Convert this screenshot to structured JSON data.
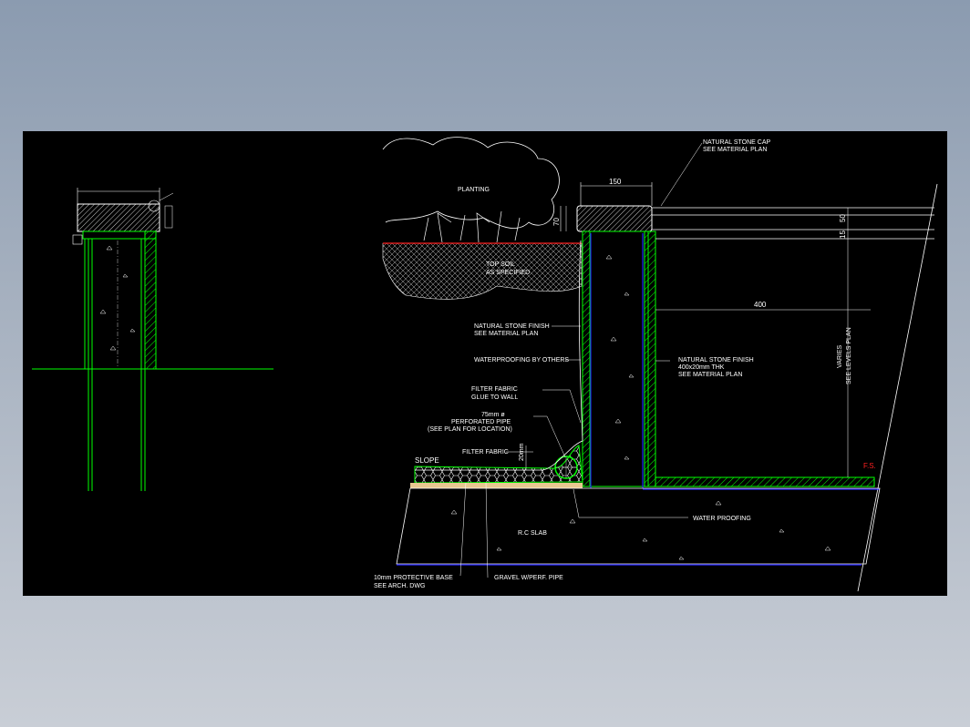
{
  "drawing": {
    "background": "#000000",
    "colors": {
      "green": "#00ff00",
      "white": "#ffffff",
      "blue": "#2020ff",
      "red": "#ff2020",
      "cyan": "#00cccc"
    },
    "labels": {
      "planting": "PLANTING",
      "top_soil_1": "TOP SOIL",
      "top_soil_2": "AS SPECIFIED",
      "stone_cap_1": "NATURAL STONE CAP",
      "stone_cap_2": "SEE MATERIAL PLAN",
      "stone_finish_1": "NATURAL STONE FINISH",
      "stone_finish_2": "SEE MATERIAL PLAN",
      "waterproofing_others": "WATERPROOFING BY OTHERS",
      "filter_fabric_glue_1": "FILTER FABRIC",
      "filter_fabric_glue_2": "GLUE TO WALL",
      "pipe_1": "75mm ø",
      "pipe_2": "PERFORATED PIPE",
      "pipe_3": "(SEE PLAN FOR LOCATION)",
      "slope": "SLOPE",
      "filter_fabric": "FILTER FABRIC",
      "stone_finish_r_1": "NATURAL STONE FINISH",
      "stone_finish_r_2": "400x20mm THK",
      "stone_finish_r_3": "SEE MATERIAL PLAN",
      "varies_1": "VARIES",
      "varies_2": "SEE LEVELS PLAN",
      "water_proofing": "WATER PROOFING",
      "rc_slab": "R.C SLAB",
      "protective_base_1": "10mm PROTECTIVE BASE",
      "protective_base_2": "SEE ARCH. DWG",
      "gravel": "GRAVEL W/PERF. PIPE",
      "fs": "F.S."
    },
    "dimensions": {
      "cap_width": "150",
      "cap_height": "70",
      "d15": "15",
      "d50": "50",
      "d400": "400",
      "d20mm": "20mm"
    }
  }
}
